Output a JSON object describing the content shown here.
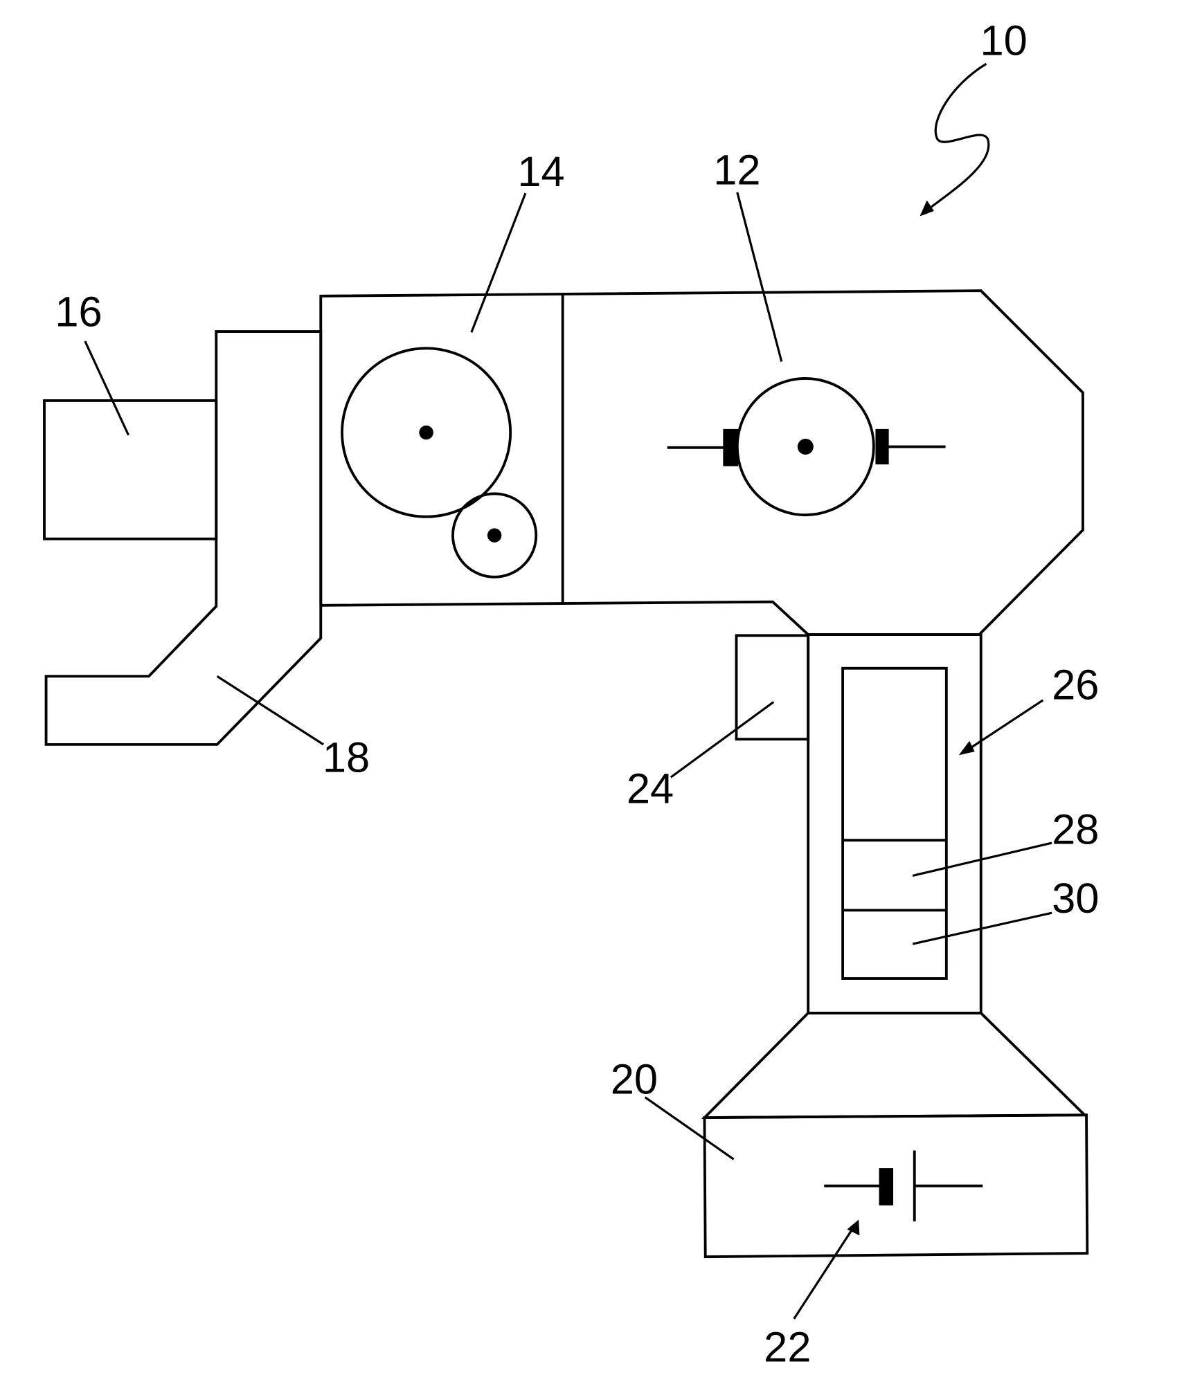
{
  "labels": {
    "device": "10",
    "motor": "12",
    "gearbox": "14",
    "tool_head": "16",
    "jaw": "18",
    "battery_pack": "20",
    "battery_symbol": "22",
    "trigger": "24",
    "control_unit": "26",
    "module_a": "28",
    "module_b": "30"
  },
  "colors": {
    "line": "#000000",
    "background": "#ffffff"
  }
}
